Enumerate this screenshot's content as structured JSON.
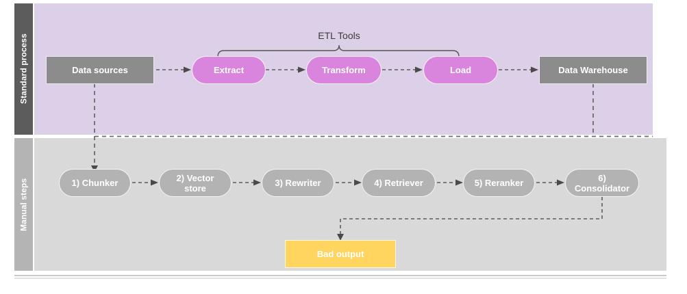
{
  "diagram": {
    "title_top_lane": "Standard process",
    "title_bottom_lane": "Manual steps",
    "bracket_label": "ETL Tools",
    "colors": {
      "top_lane_header": "#5C5C5C",
      "top_lane_body": "#DCD0E8",
      "bottom_lane_header": "#B4B4B4",
      "bottom_lane_body": "#D9D9D9",
      "gray_box": "#8C8C8C",
      "magenta_pill": "#D985DD",
      "gray_pill": "#B3B3B3",
      "yellow_box": "#FFD55F",
      "connector": "#5B5B5B"
    }
  },
  "top_row": {
    "nodes": [
      {
        "id": "data-sources",
        "label": "Data sources",
        "shape": "rect",
        "style": "gray-box"
      },
      {
        "id": "extract",
        "label": "Extract",
        "shape": "pill",
        "style": "magenta"
      },
      {
        "id": "transform",
        "label": "Transform",
        "shape": "pill",
        "style": "magenta"
      },
      {
        "id": "load",
        "label": "Load",
        "shape": "pill",
        "style": "magenta"
      },
      {
        "id": "data-warehouse",
        "label": "Data Warehouse",
        "shape": "rect",
        "style": "gray-box"
      }
    ]
  },
  "bottom_row": {
    "nodes": [
      {
        "id": "chunker",
        "label": "1) Chunker",
        "shape": "pill",
        "style": "gray-pill"
      },
      {
        "id": "vector-store",
        "label": "2) Vector store",
        "shape": "pill",
        "style": "gray-pill"
      },
      {
        "id": "rewriter",
        "label": "3) Rewriter",
        "shape": "pill",
        "style": "gray-pill"
      },
      {
        "id": "retriever",
        "label": "4) Retriever",
        "shape": "pill",
        "style": "gray-pill"
      },
      {
        "id": "reranker",
        "label": "5) Reranker",
        "shape": "pill",
        "style": "gray-pill"
      },
      {
        "id": "consolidator",
        "label": "6) Consolidator",
        "shape": "pill",
        "style": "gray-pill"
      }
    ],
    "output": {
      "id": "bad-output",
      "label": "Bad output",
      "shape": "rect",
      "style": "yellow-box"
    }
  }
}
